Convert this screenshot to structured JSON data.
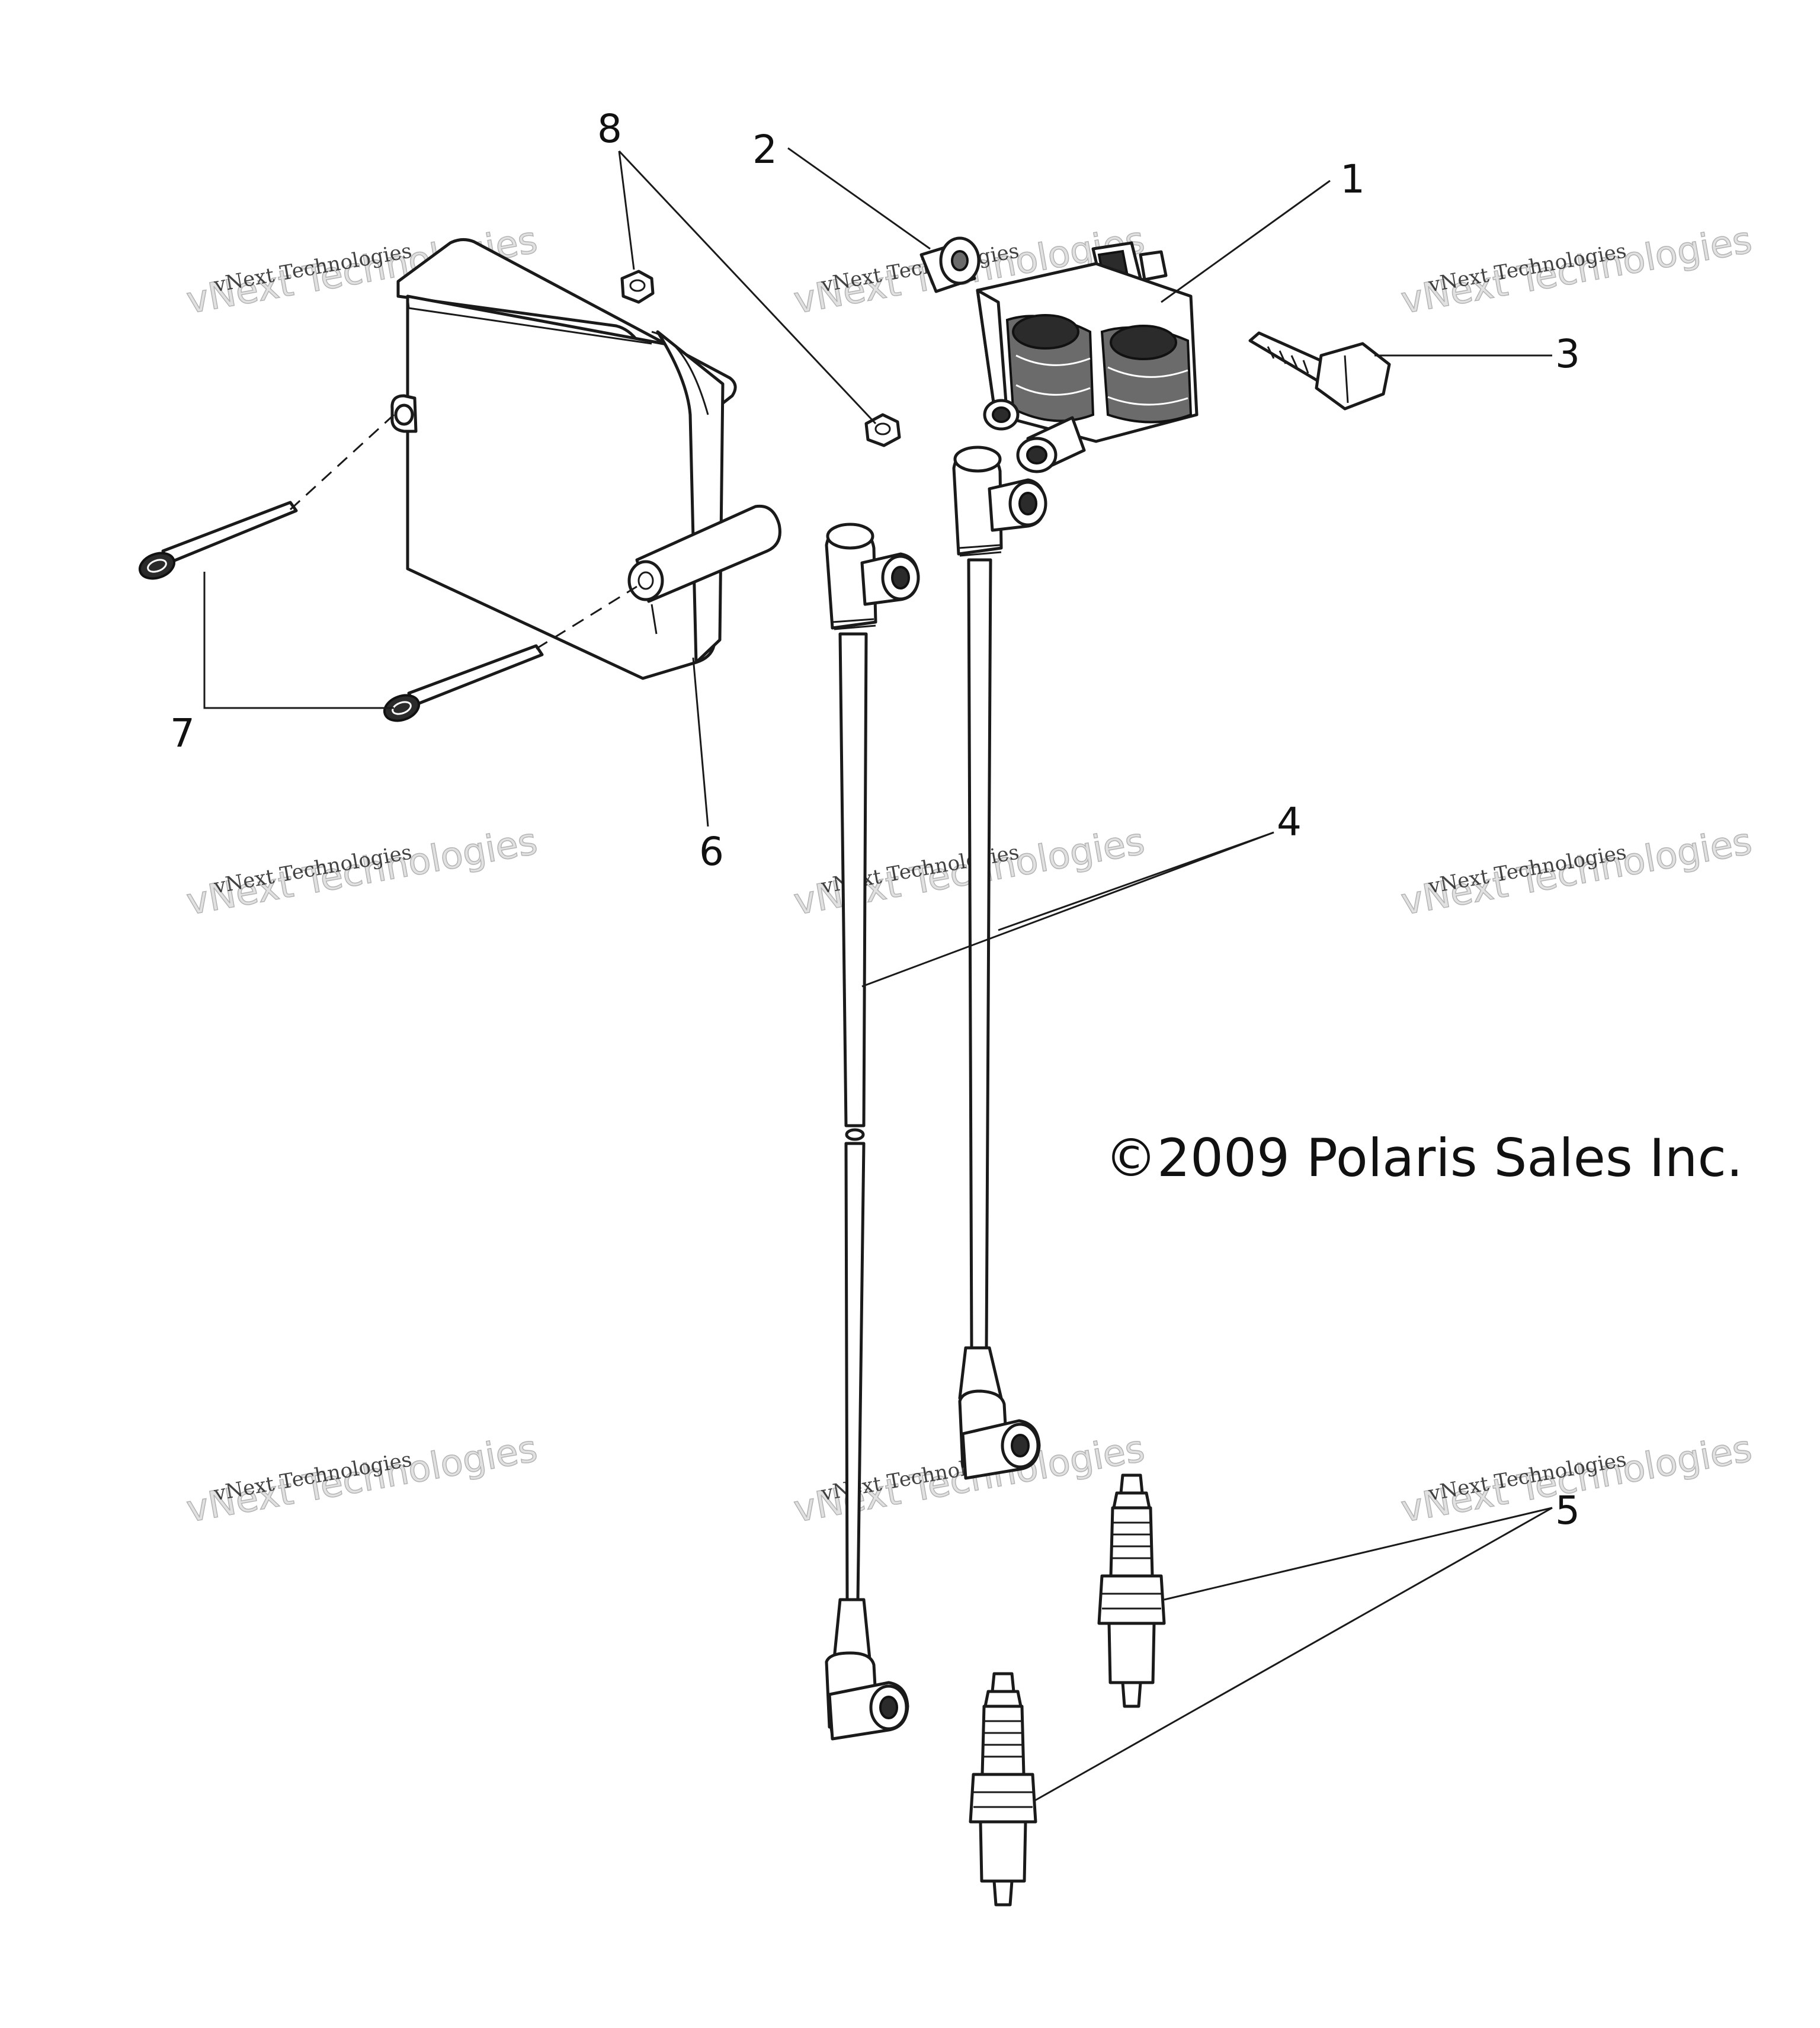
{
  "diagram": {
    "copyright": "©2009 Polaris Sales Inc.",
    "watermark": {
      "line1": "vNext Technologies",
      "line2": "vNext Technologies"
    },
    "callouts": [
      "1",
      "2",
      "3",
      "4",
      "5",
      "6",
      "7",
      "8"
    ],
    "colors": {
      "ink": "#1a1a1a",
      "background": "#ffffff"
    }
  }
}
